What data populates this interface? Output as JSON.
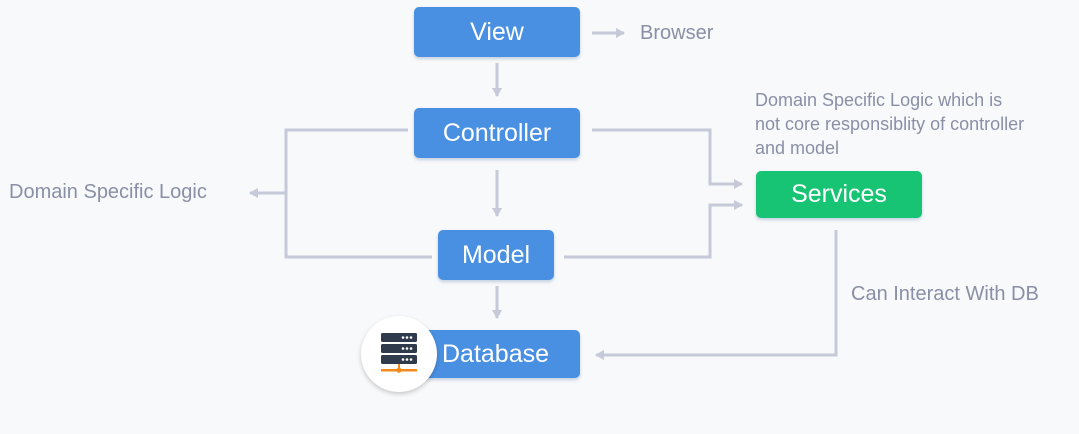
{
  "nodes": {
    "view": "View",
    "controller": "Controller",
    "model": "Model",
    "database": "Database",
    "services": "Services"
  },
  "labels": {
    "browser": "Browser",
    "domain_logic_left": "Domain Specific Logic",
    "services_note": "Domain Specific Logic which is not core responsiblity of controller and model",
    "db_interaction": "Can Interact With DB"
  },
  "colors": {
    "node_blue": "#4a90e2",
    "node_green": "#17c474",
    "connector": "#c5c9d8",
    "text_muted": "#8a8fa6",
    "server_icon": "#2f3b4c",
    "server_base": "#f28a1c"
  },
  "icons": [
    "server-icon",
    "arrow-icon"
  ]
}
